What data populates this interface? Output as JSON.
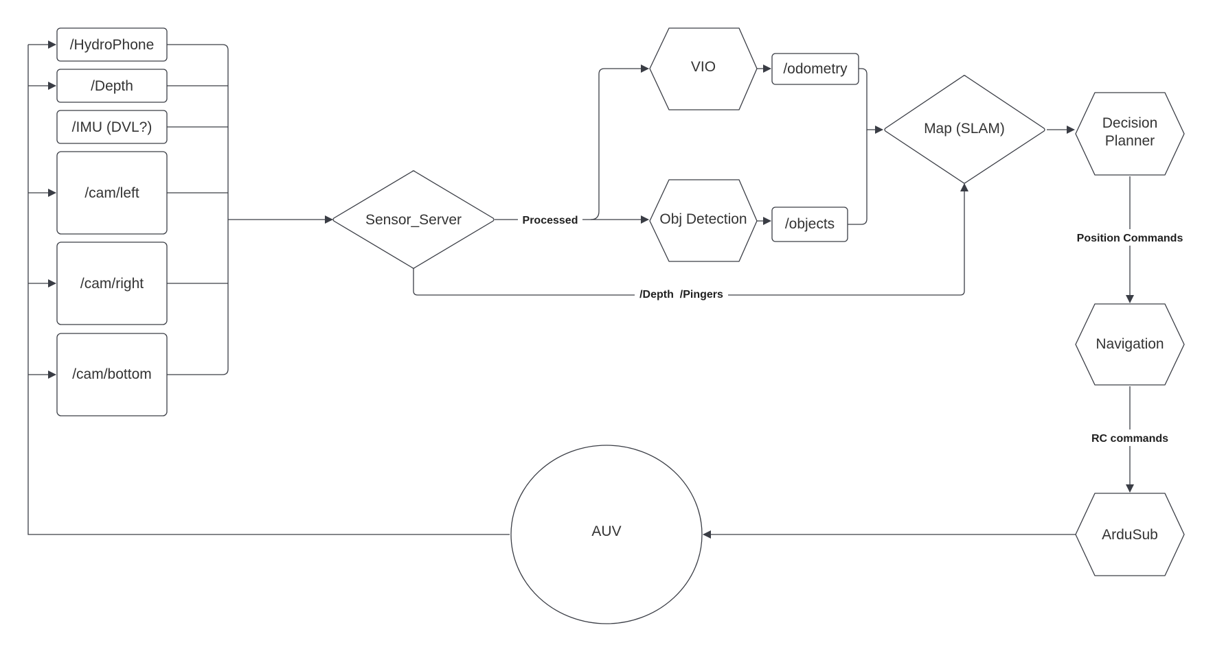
{
  "diagram": {
    "nodes": {
      "hydrophone": "/HydroPhone",
      "depth": "/Depth",
      "imu": "/IMU (DVL?)",
      "cam_left": "/cam/left",
      "cam_right": "/cam/right",
      "cam_bottom": "/cam/bottom",
      "sensor_server": "Sensor_Server",
      "vio": "VIO",
      "obj_detection": "Obj Detection",
      "odometry": "/odometry",
      "objects": "/objects",
      "map": "Map (SLAM)",
      "decision_planner_line1": "Decision",
      "decision_planner_line2": "Planner",
      "navigation": "Navigation",
      "ardusub": "ArduSub",
      "auv": "AUV"
    },
    "edge_labels": {
      "processed": "Processed",
      "depth_pingers": "/Depth  /Pingers",
      "position_commands": "Position Commands",
      "rc_commands": "RC commands"
    },
    "colors": {
      "stroke": "#3a3d45",
      "background": "#ffffff"
    }
  }
}
